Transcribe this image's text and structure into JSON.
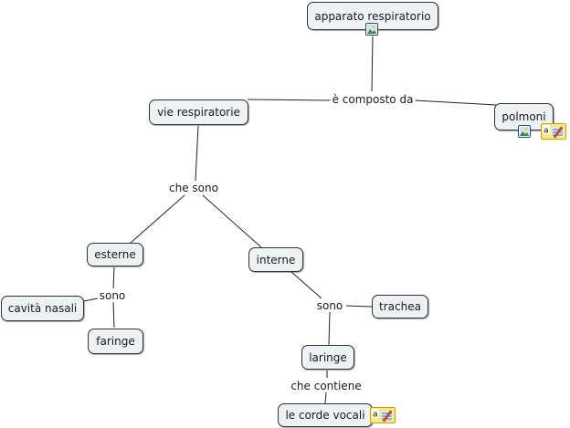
{
  "concepts": {
    "apparato": "apparato respiratorio",
    "vie": "vie respiratorie",
    "polmoni": "polmoni",
    "esterne": "esterne",
    "interne": "interne",
    "cavita": "cavità nasali",
    "faringe": "faringe",
    "trachea": "trachea",
    "laringe": "laringe",
    "corde": "le corde vocali"
  },
  "linking_phrases": {
    "composto": "è composto da",
    "che_sono": "che sono",
    "sono_esterne": "sono",
    "sono_interne": "sono",
    "che_contiene": "che contiene"
  },
  "resources": {
    "apparato": [
      "image-icon"
    ],
    "polmoni": [
      "image-icon",
      "text-note-icon"
    ],
    "corde": [
      "text-note-icon"
    ]
  },
  "colors": {
    "concept_fill": "#edf2f4",
    "concept_border": "#333333",
    "link_line": "#222222",
    "image_icon_border": "#1f4e8c",
    "note_icon_fill": "#ffe680"
  }
}
